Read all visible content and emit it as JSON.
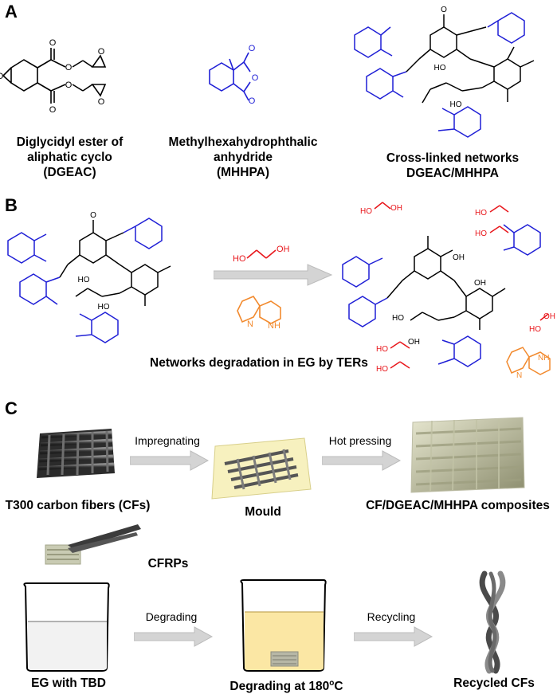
{
  "panels": {
    "a": "A",
    "b": "B",
    "c": "C"
  },
  "panel_a": {
    "dgeac_label": [
      "Diglycidyl ester of",
      "aliphatic cyclo",
      "(DGEAC)"
    ],
    "mhhpa_label": [
      "Methylhexahydrophthalic",
      "anhydride",
      "(MHHPA)"
    ],
    "network_label": [
      "Cross-linked networks",
      "DGEAC/MHHPA"
    ]
  },
  "panel_b": {
    "caption": "Networks degradation in EG by TERs",
    "atom_labels": {
      "oxygen": "O",
      "hydroxyl": "OH",
      "hydroxyl_left": "HO",
      "nitrogen": "N",
      "amine": "NH"
    }
  },
  "panel_c": {
    "step1_arrow": "Impregnating",
    "step2_arrow": "Hot pressing",
    "cf_label": "T300 carbon fibers (CFs)",
    "mould_label": "Mould",
    "composite_label": "CF/DGEAC/MHHPA composites",
    "cfrp_label": "CFRPs",
    "step3_arrow": "Degrading",
    "step4_arrow": "Recycling",
    "eg_label": "EG with TBD",
    "degrading_label_prefix": "Degrading at 180",
    "degrading_label_sup": "o",
    "degrading_label_suffix": "C",
    "recycled_label": "Recycled CFs"
  },
  "colors": {
    "blue": "#1f1fd6",
    "red": "#e8161b",
    "orange": "#f28a2e",
    "arrow": "#d4d4d4",
    "mould": "#f7f1bf",
    "liquid": "#fbe7a4"
  }
}
